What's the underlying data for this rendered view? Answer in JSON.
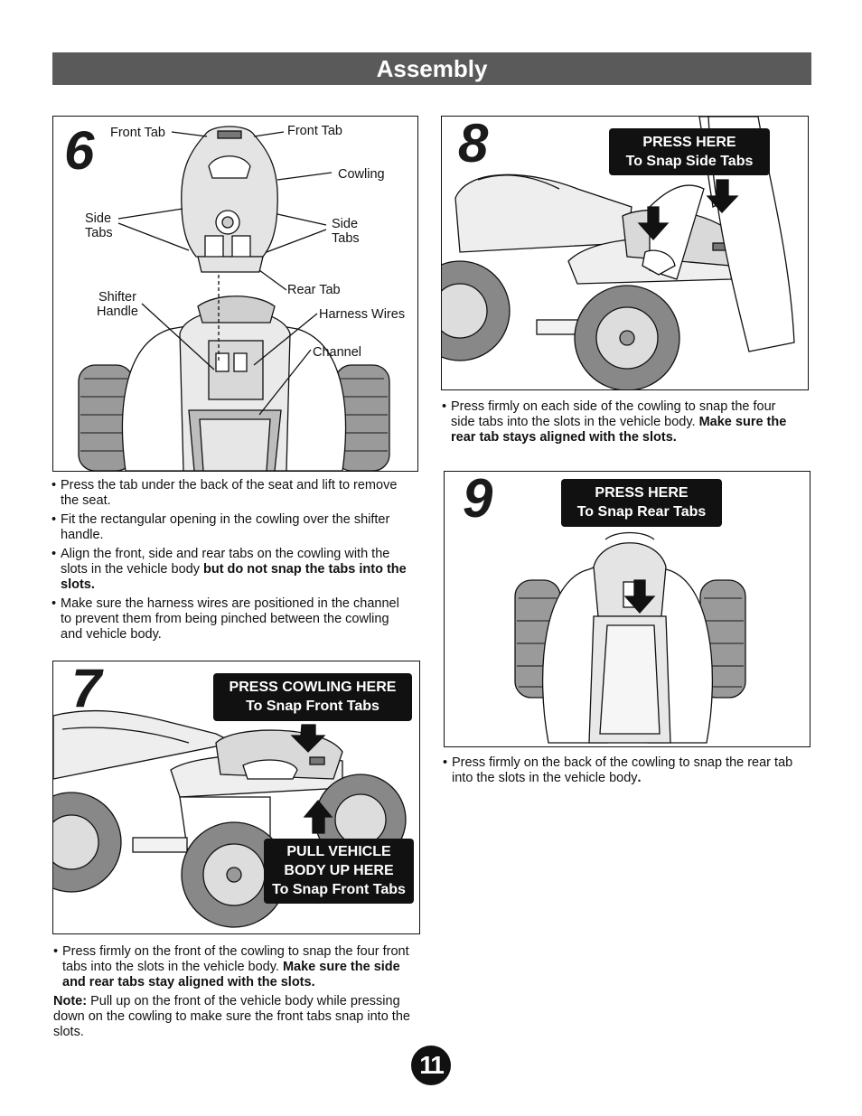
{
  "header": {
    "title": "Assembly"
  },
  "steps": {
    "s6": {
      "number": "6",
      "labels": {
        "front_tab_left": "Front Tab",
        "front_tab_right": "Front Tab",
        "cowling": "Cowling",
        "side_tabs_left_1": "Side",
        "side_tabs_left_2": "Tabs",
        "side_tabs_right_1": "Side",
        "side_tabs_right_2": "Tabs",
        "shifter_1": "Shifter",
        "shifter_2": "Handle",
        "rear_tab": "Rear Tab",
        "harness_wires": "Harness Wires",
        "channel": "Channel"
      },
      "bullets": [
        {
          "text": "Press the tab under the back of the seat and lift to remove the seat.",
          "bold": ""
        },
        {
          "text": "Fit the rectangular opening in the cowling over the shifter handle.",
          "bold": ""
        },
        {
          "text": "Align the front, side and rear tabs on the cowling with the slots in the vehicle body ",
          "bold": "but do not snap the tabs into the slots."
        },
        {
          "text": "Make sure the harness wires are positioned in the channel to prevent them from being pinched between the cowling and vehicle body.",
          "bold": ""
        }
      ]
    },
    "s7": {
      "number": "7",
      "callout_top_1": "PRESS COWLING HERE",
      "callout_top_2": "To Snap Front Tabs",
      "callout_bottom_1": "PULL VEHICLE",
      "callout_bottom_2": "BODY UP HERE",
      "callout_bottom_3": "To Snap Front Tabs",
      "bullet_text": "Press firmly on the front of the cowling to snap the four front tabs into the slots in the vehicle body. ",
      "bullet_bold": "Make sure the side and rear tabs stay aligned with the slots.",
      "note_label": "Note:",
      "note_text": " Pull up on the front of the vehicle body while pressing down on the cowling to make sure the front tabs snap into the slots."
    },
    "s8": {
      "number": "8",
      "callout_1": "PRESS HERE",
      "callout_2": "To Snap Side Tabs",
      "bullet_text": "Press firmly on each side of the cowling to snap the four side tabs into the slots in the vehicle body. ",
      "bullet_bold": "Make sure the rear tab stays aligned with the slots."
    },
    "s9": {
      "number": "9",
      "callout_1": "PRESS HERE",
      "callout_2": "To Snap Rear Tabs",
      "bullet_text": "Press firmly on the back of the cowling to snap the rear tab into the slots in the vehicle body",
      "bullet_bold": "."
    }
  },
  "page_number": "11"
}
